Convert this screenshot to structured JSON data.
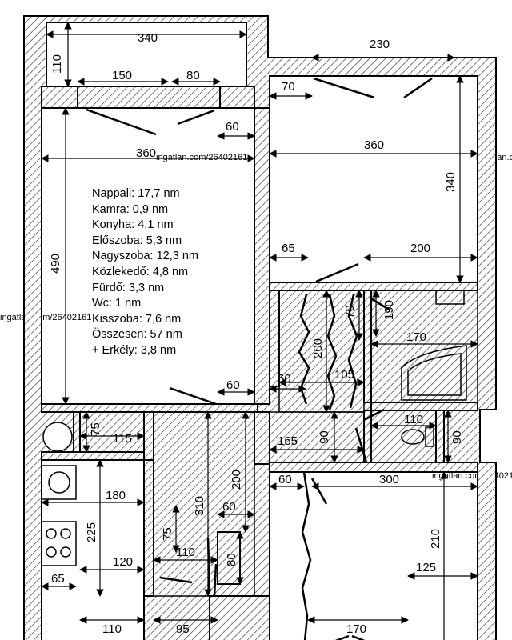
{
  "plan": {
    "dimensions": {
      "balcony_width": "340",
      "balcony_depth": "110",
      "window_left": "150",
      "window_right": "80",
      "living_width": "360",
      "living_door": "60",
      "living_height": "490",
      "living_door_bottom": "60",
      "big_room_window": "230",
      "big_room_offset": "70",
      "big_room_width": "360",
      "big_room_height": "340",
      "big_room_door_offset": "65",
      "big_room_bottom": "200",
      "corridor_height": "200",
      "corridor_notch": "70",
      "corridor_door": "60",
      "corridor_width": "105",
      "bath_height": "190",
      "bath_width": "170",
      "hall_width": "165",
      "hall_depth": "90",
      "wc_width": "110",
      "wc_depth": "90",
      "pantry_depth": "75",
      "pantry_width": "115",
      "kitchen_width": "180",
      "kitchen_height": "225",
      "kitchen_bottom": "120",
      "kitchen_nook": "65",
      "entry_height": "310",
      "entry_side": "200",
      "entry_door": "60",
      "entry_niche": "75",
      "entry_closet": "80",
      "entry_bottom": "110",
      "small_room_door": "60",
      "small_room_width": "300",
      "small_room_height": "210",
      "small_room_bottom": "125",
      "outer_bottom_left": "110",
      "outer_bottom_mid": "95",
      "outer_bottom_right": "170"
    },
    "legend": [
      "Nappali: 17,7 nm",
      "Kamra: 0,9 nm",
      "Konyha: 4,1 nm",
      "Előszoba: 5,3 nm",
      "Nagyszoba: 12,3 nm",
      "Közlekedő: 4,8 nm",
      "Fürdő: 3,3 nm",
      "Wc: 1 nm",
      "Kisszoba: 7,6 nm",
      "Összesen: 57 nm",
      "+ Erkély: 3,8 nm"
    ],
    "watermark": "ingatlan.com/26402161"
  }
}
